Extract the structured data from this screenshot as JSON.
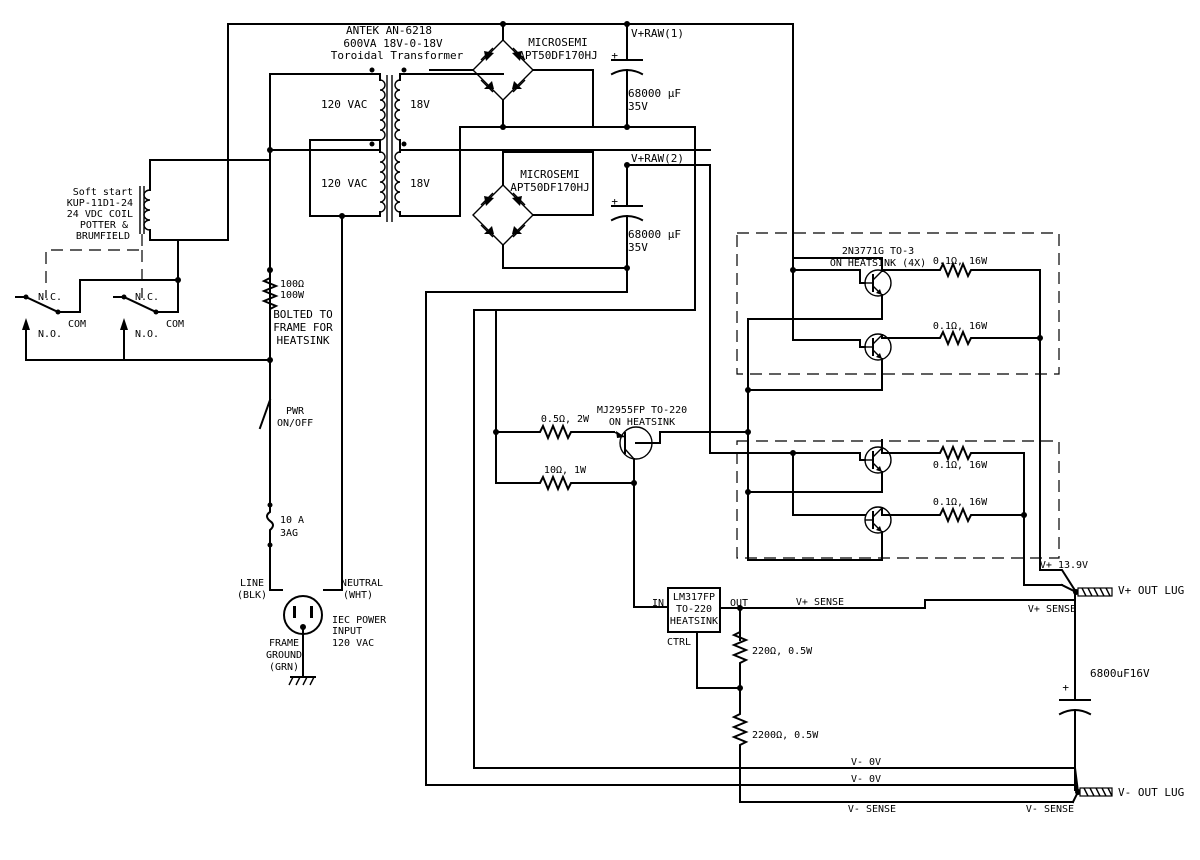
{
  "labels": {
    "transformer": [
      "ANTEK AN-6218",
      "600VA 18V-0-18V",
      "Toroidal Transformer"
    ],
    "primary1": "120 VAC",
    "primary2": "120 VAC",
    "secondary1": "18V",
    "secondary2": "18V",
    "bridge1": [
      "MICROSEMI",
      "APT50DF170HJ"
    ],
    "bridge2": [
      "MICROSEMI",
      "APT50DF170HJ"
    ],
    "raw1": "V+RAW(1)",
    "raw2": "V+RAW(2)",
    "cap1": [
      "68000 µF",
      "35V"
    ],
    "cap2": [
      "68000 µF",
      "35V"
    ],
    "relay": [
      "Soft start",
      "KUP-11D1-24",
      "24 VDC COIL",
      "POTTER &",
      "BRUMFIELD"
    ],
    "nc": "N.C.",
    "no": "N.O.",
    "com": "COM",
    "inrush_res": [
      "100Ω",
      "100W"
    ],
    "bolted": [
      "BOLTED TO",
      "FRAME FOR",
      "HEATSINK"
    ],
    "pwr": [
      "PWR",
      "ON/OFF"
    ],
    "fuse": [
      "10 A",
      "3AG"
    ],
    "line": [
      "LINE",
      "(BLK)"
    ],
    "neutral": [
      "NEUTRAL",
      "(WHT)"
    ],
    "iec": [
      "IEC POWER",
      "INPUT",
      "120 VAC"
    ],
    "ground": [
      "FRAME",
      "GROUND",
      "(GRN)"
    ],
    "power_transistors": [
      "2N3771G TO-3",
      "ON HEATSINK (4X)"
    ],
    "emitter_res": "0.1Ω, 16W",
    "driver": [
      "MJ2955FP TO-220",
      "ON HEATSINK"
    ],
    "r_05": "0.5Ω, 2W",
    "r_10": "10Ω, 1W",
    "reg": [
      "LM317FP",
      "TO-220",
      "HEATSINK"
    ],
    "reg_in": "IN",
    "reg_out": "OUT",
    "reg_ctrl": "CTRL",
    "r_220": "220Ω, 0.5W",
    "r_2200": "2200Ω, 0.5W",
    "vplus_sense": "V+ SENSE",
    "vplus_sense2": "V+ SENSE",
    "vplus_out": "V+ 13.9V",
    "vplus_lug": "V+ OUT LUG",
    "out_cap": "6800uF16V",
    "vminus_0v_1": "V- 0V",
    "vminus_0v_2": "V- 0V",
    "vminus_sense": "V- SENSE",
    "vminus_sense2": "V- SENSE",
    "vminus_lug": "V- OUT LUG"
  }
}
